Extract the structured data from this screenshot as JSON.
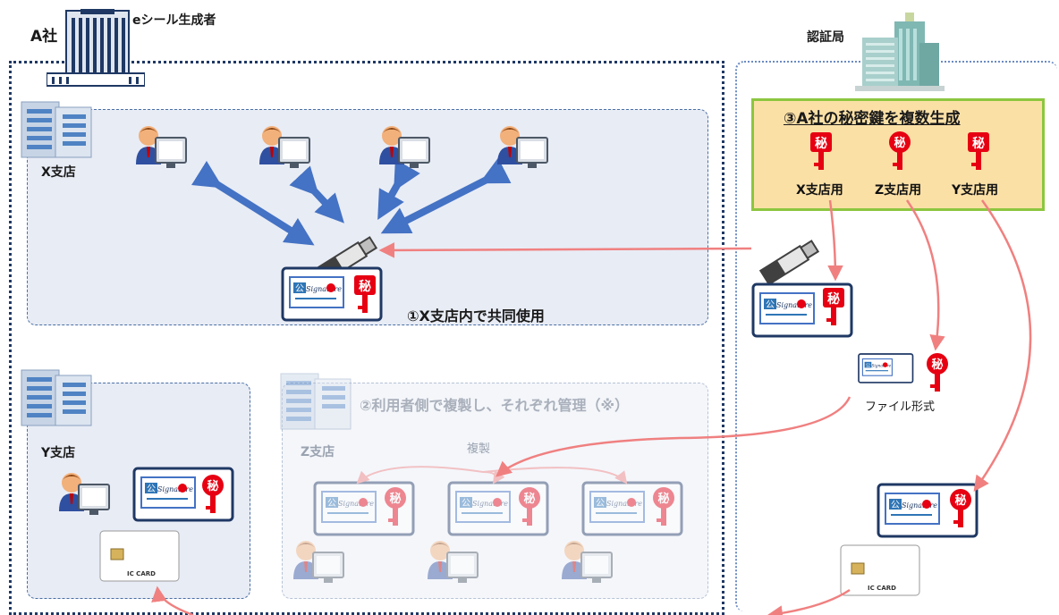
{
  "company": {
    "name": "A社",
    "role": "eシール生成者"
  },
  "ca": {
    "name": "認証局"
  },
  "branches": {
    "x": "X支店",
    "y": "Y支店",
    "z": "Z支店"
  },
  "captions": {
    "shared_use": "①X支店内で共同使用",
    "user_copy": "②利用者側で複製し、それぞれ管理（※）",
    "multi_key": "③A社の秘密鍵を複数生成",
    "copy": "複製",
    "file_format": "ファイル形式"
  },
  "keys": {
    "x": "X支店用",
    "z": "Z支店用",
    "y": "Y支店用"
  },
  "secret_glyph": "秘",
  "public_glyph": "公",
  "signature_text": "Signature",
  "ic_card": "IC CARD",
  "colors": {
    "navy": "#1f3864",
    "arrow_blue": "#4472c4",
    "arrow_red": "#f08080",
    "key_red": "#e60012",
    "key_box": "#fbe0a6",
    "key_border": "#8dc63f"
  }
}
